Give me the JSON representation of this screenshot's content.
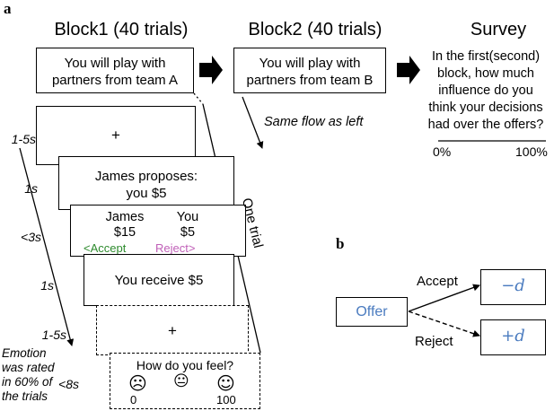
{
  "panel_a_label": "a",
  "panel_b_label": "b",
  "block1": {
    "title": "Block1 (40 trials)",
    "text_line1": "You will play with",
    "text_line2": "partners from team A"
  },
  "block2": {
    "title": "Block2 (40 trials)",
    "text_line1": "You will play with",
    "text_line2": "partners from team B",
    "note": "Same flow as left"
  },
  "survey": {
    "title": "Survey",
    "question_lines": [
      "In the first(second)",
      "block, how much",
      "influence do you",
      "think your decisions",
      "had over the offers?"
    ],
    "scale_min": "0%",
    "scale_max": "100%"
  },
  "trial": {
    "fixation": "+",
    "proposal_line1": "James proposes:",
    "proposal_line2": "you $5",
    "decision": {
      "left_name": "James",
      "left_amount": "$15",
      "right_name": "You",
      "right_amount": "$5",
      "accept_label": "<Accept",
      "reject_label": "Reject>",
      "accept_color": "#2e8b2e",
      "reject_color": "#c060b8"
    },
    "outcome": "You receive $5",
    "fixation2": "+",
    "emotion": {
      "question": "How do you feel?",
      "scale_min": "0",
      "scale_max": "100",
      "faces": [
        "☹",
        "😐",
        "☺"
      ]
    },
    "one_trial_label": "One trial"
  },
  "timings": [
    "1-5s",
    "1s",
    "<3s",
    "1s",
    "1-5s",
    "<8s"
  ],
  "emotion_note_lines": [
    "Emotion",
    "was rated",
    "in 60% of",
    "the trials"
  ],
  "panel_b": {
    "offer": "Offer",
    "accept": "Accept",
    "reject": "Reject",
    "minus": "−d",
    "plus": "+d",
    "offer_color": "#4a7bbf"
  }
}
